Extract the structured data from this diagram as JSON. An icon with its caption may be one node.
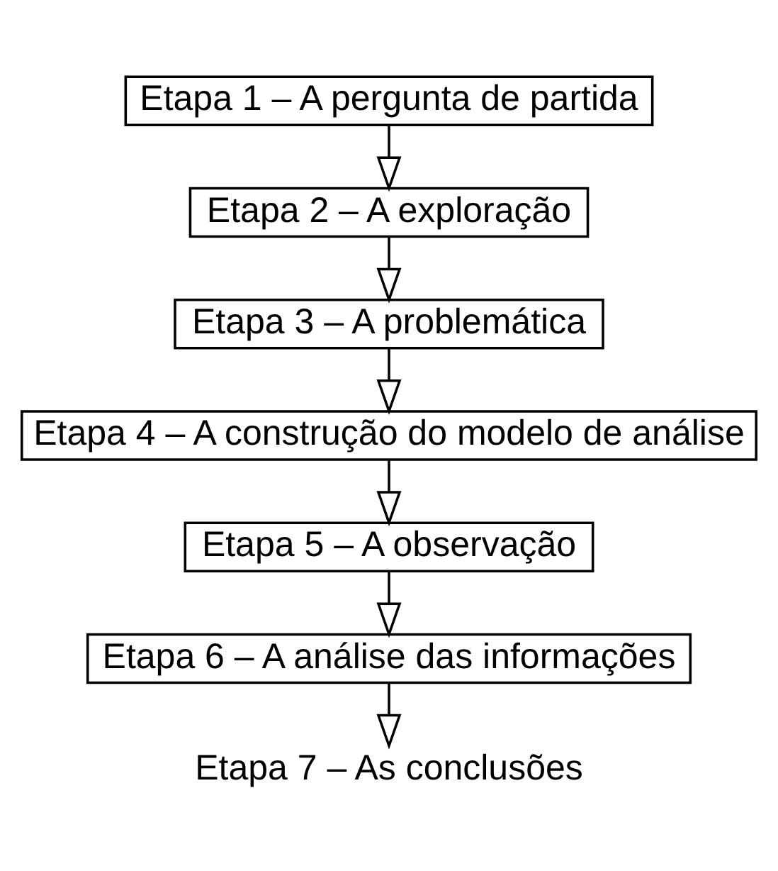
{
  "diagram": {
    "nodes": [
      {
        "text": [
          "Etapa 1 – A pergunta de partida"
        ]
      },
      {
        "text": [
          "Etapa 2 – A exploração"
        ]
      },
      {
        "text": [
          "Etapa 3 – A problemática"
        ]
      },
      {
        "text": [
          "Etapa 4 – A construção do modelo de análise"
        ]
      },
      {
        "text": [
          "Etapa 5 – A observação"
        ]
      },
      {
        "text": [
          "Etapa 6 – A análise das informações"
        ]
      },
      {
        "text": [
          "Etapa 7 – As conclusões"
        ]
      }
    ],
    "edges": [
      {
        "from": 0,
        "to": 1,
        "arrow": "to"
      },
      {
        "from": 1,
        "to": 2,
        "arrow": "to"
      },
      {
        "from": 2,
        "to": 3,
        "arrow": "to"
      },
      {
        "from": 3,
        "to": 4,
        "arrow": "to"
      },
      {
        "from": 4,
        "to": 5,
        "arrow": "to"
      },
      {
        "from": 5,
        "to": 6,
        "arrow": "to"
      }
    ]
  }
}
